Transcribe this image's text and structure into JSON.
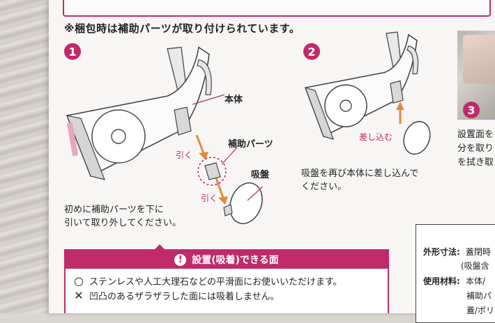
{
  "note": "※梱包時は補助パーツが取り付けられています。",
  "steps": [
    {
      "num": "1"
    },
    {
      "num": "2"
    },
    {
      "num": "3"
    }
  ],
  "labels": {
    "hontai": "本体",
    "hojo_parts": "補助パーツ",
    "kyuban": "吸盤",
    "hiku": "引く",
    "sashikomu": "差し込む"
  },
  "step1_text": [
    "初めに補助パーツを下に",
    "引いて取り外してください。"
  ],
  "step2_text": [
    "吸盤を再び本体に差し込んで",
    "ください。"
  ],
  "step3_text": [
    "設置面を",
    "分を取り",
    "を拭き取"
  ],
  "surface": {
    "heading": "設置(吸着)できる面",
    "ok_mark": "○",
    "ok_text": "ステンレスや人工大理石などの平滑面にお使いいただけます。",
    "ng_mark": "✕",
    "ng_text": "凹凸のあるザラザラした面には吸着しません。"
  },
  "spec": {
    "size_label": "外形寸法:",
    "size_value_1": "蓋閉時",
    "size_value_2": "(吸盤含",
    "material_label": "使用材料:",
    "material_value_1": "本体/",
    "material_value_2": "補助パ",
    "material_value_3": "蓋/ポリ"
  },
  "colors": {
    "accent": "#c02a6b",
    "arrow": "#e08a3c"
  }
}
